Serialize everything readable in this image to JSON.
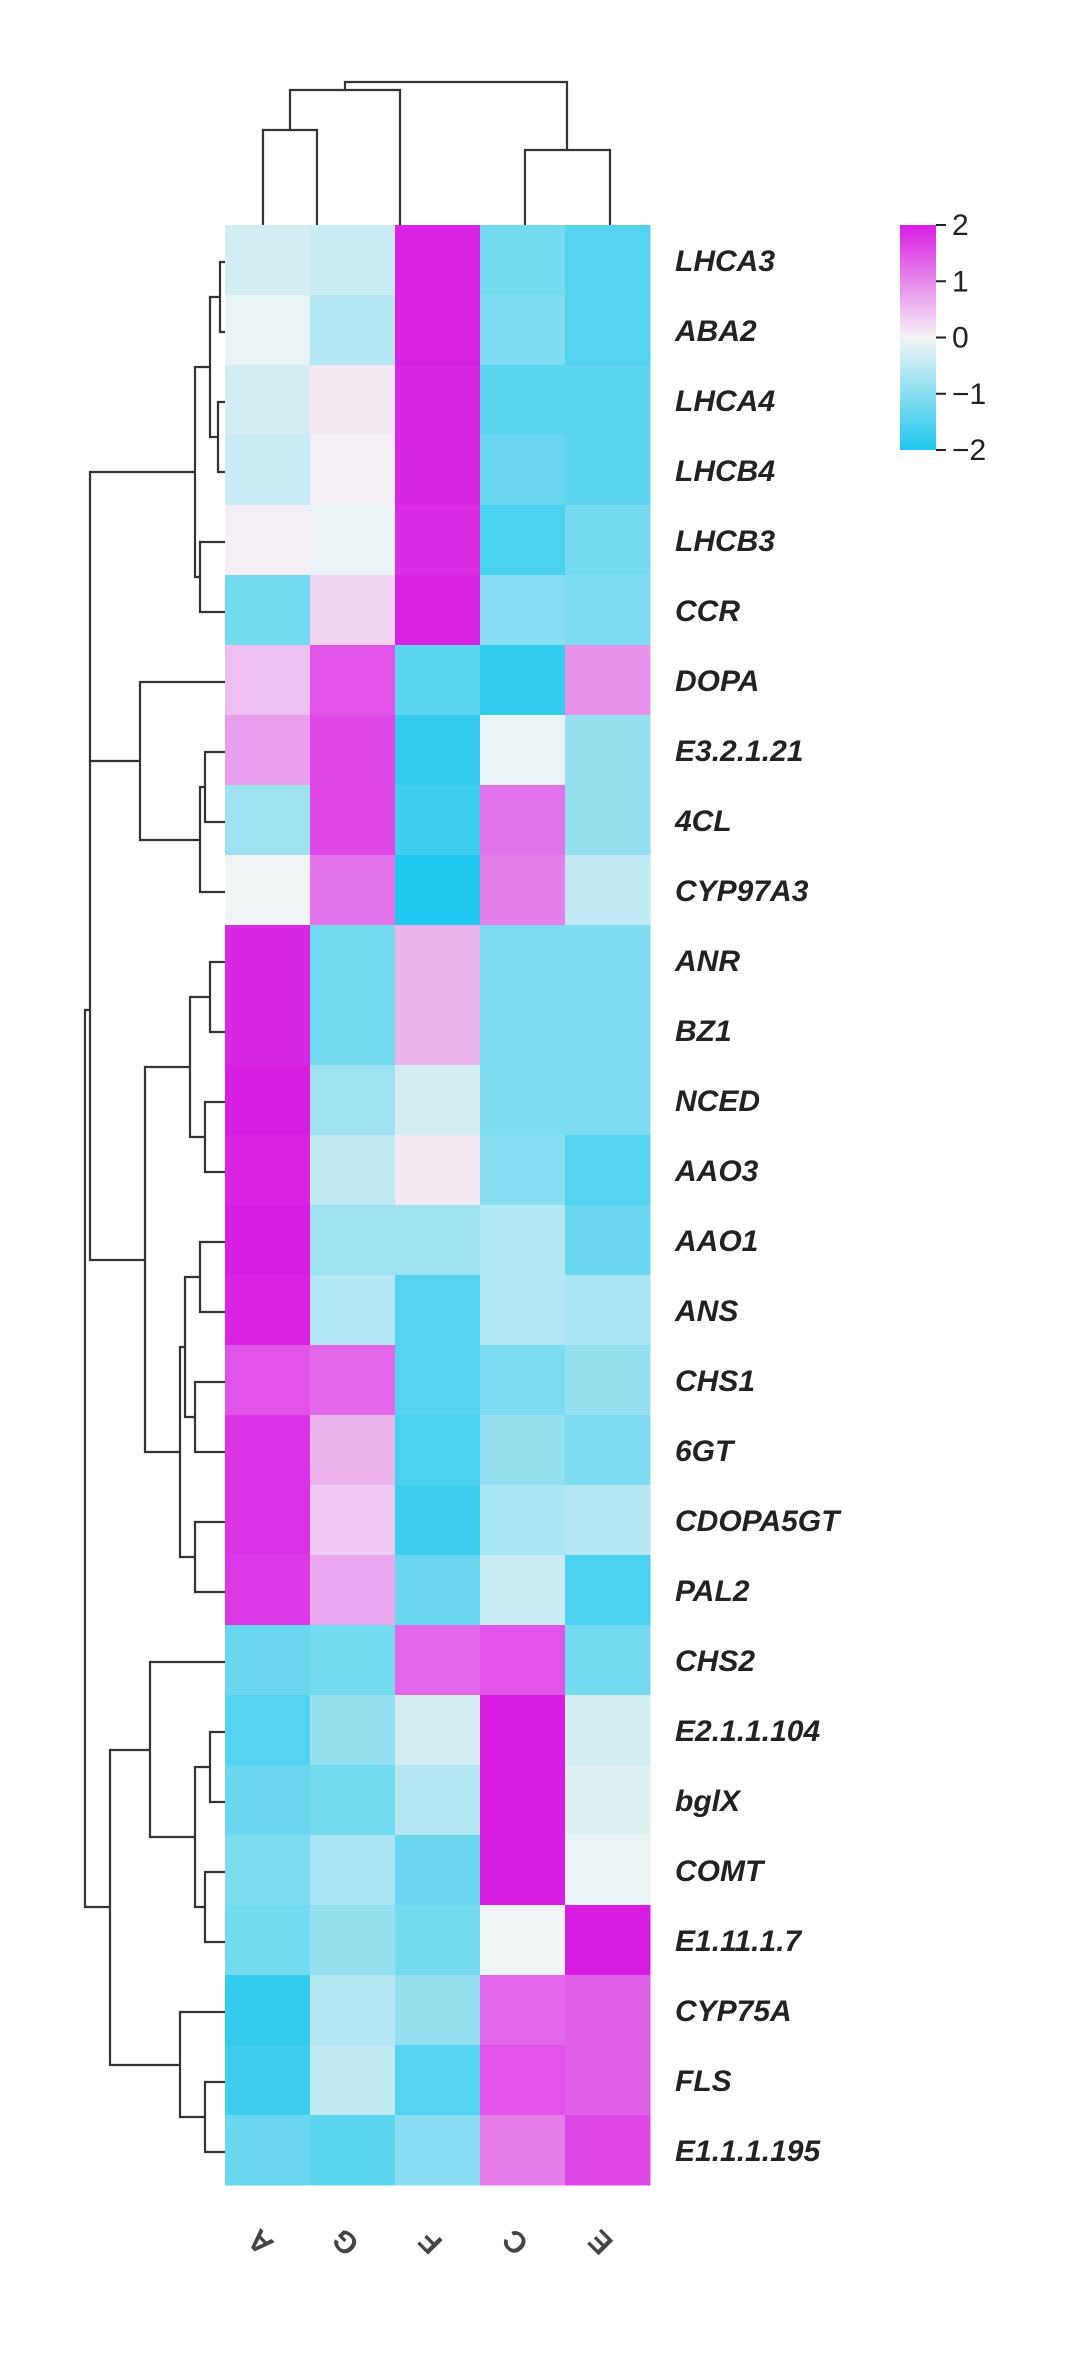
{
  "chart_data": {
    "type": "heatmap",
    "title": "",
    "xlabel": "",
    "ylabel": "",
    "columns": [
      "A",
      "G",
      "F",
      "C",
      "E"
    ],
    "rows": [
      "LHCA3",
      "ABA2",
      "LHCA4",
      "LHCB4",
      "LHCB3",
      "CCR",
      "DOPA",
      "E3.2.1.21",
      "4CL",
      "CYP97A3",
      "ANR",
      "BZ1",
      "NCED",
      "AAO3",
      "AAO1",
      "ANS",
      "CHS1",
      "6GT",
      "CDOPA5GT",
      "PAL2",
      "CHS2",
      "E2.1.1.104",
      "bglX",
      "COMT",
      "E1.11.1.7",
      "CYP75A",
      "FLS",
      "E1.1.1.195"
    ],
    "values": [
      [
        -0.3,
        -0.4,
        1.95,
        -1.2,
        -1.5
      ],
      [
        -0.1,
        -0.6,
        1.95,
        -1.1,
        -1.5
      ],
      [
        -0.3,
        0.1,
        1.9,
        -1.4,
        -1.4
      ],
      [
        -0.4,
        0.05,
        1.9,
        -1.3,
        -1.4
      ],
      [
        0.05,
        -0.1,
        1.85,
        -1.6,
        -1.2
      ],
      [
        -1.2,
        0.3,
        1.95,
        -1.0,
        -1.1
      ],
      [
        0.5,
        1.5,
        -1.4,
        -1.8,
        0.9
      ],
      [
        0.8,
        1.6,
        -1.8,
        -0.1,
        -0.9
      ],
      [
        -0.8,
        1.6,
        -1.7,
        1.2,
        -0.9
      ],
      [
        -0.05,
        1.2,
        -2.0,
        1.1,
        -0.5
      ],
      [
        1.9,
        -1.2,
        0.6,
        -1.1,
        -1.1
      ],
      [
        1.9,
        -1.2,
        0.6,
        -1.1,
        -1.1
      ],
      [
        2.0,
        -0.8,
        -0.3,
        -1.1,
        -1.1
      ],
      [
        1.95,
        -0.5,
        0.1,
        -1.0,
        -1.5
      ],
      [
        2.0,
        -0.8,
        -0.8,
        -0.6,
        -1.3
      ],
      [
        1.95,
        -0.6,
        -1.5,
        -0.6,
        -0.7
      ],
      [
        1.5,
        1.3,
        -1.5,
        -1.1,
        -0.9
      ],
      [
        1.8,
        0.6,
        -1.6,
        -0.9,
        -1.1
      ],
      [
        1.8,
        0.4,
        -1.7,
        -0.7,
        -0.6
      ],
      [
        1.75,
        0.7,
        -1.3,
        -0.4,
        -1.6
      ],
      [
        -1.3,
        -1.2,
        1.3,
        1.5,
        -1.2
      ],
      [
        -1.5,
        -0.9,
        -0.3,
        2.0,
        -0.3
      ],
      [
        -1.3,
        -1.2,
        -0.6,
        2.0,
        -0.2
      ],
      [
        -1.1,
        -0.7,
        -1.3,
        2.0,
        -0.1
      ],
      [
        -1.2,
        -0.9,
        -1.2,
        -0.05,
        2.0
      ],
      [
        -1.8,
        -0.6,
        -0.9,
        1.3,
        1.4
      ],
      [
        -1.7,
        -0.5,
        -1.5,
        1.5,
        1.4
      ],
      [
        -1.3,
        -1.4,
        -1.0,
        1.1,
        1.6
      ]
    ],
    "color_scale": {
      "min": -2,
      "mid": 0,
      "max": 2,
      "low_color": "#1ec8ee",
      "mid_color": "#f4f4f4",
      "high_color": "#d81de3"
    },
    "legend": {
      "ticks": [
        2,
        1,
        0,
        -1,
        -2
      ],
      "tick_labels": [
        "2",
        "1",
        "0",
        "−1",
        "−2"
      ],
      "placement": "top-right"
    },
    "grid": false,
    "column_dendrogram": true,
    "row_dendrogram": true
  }
}
